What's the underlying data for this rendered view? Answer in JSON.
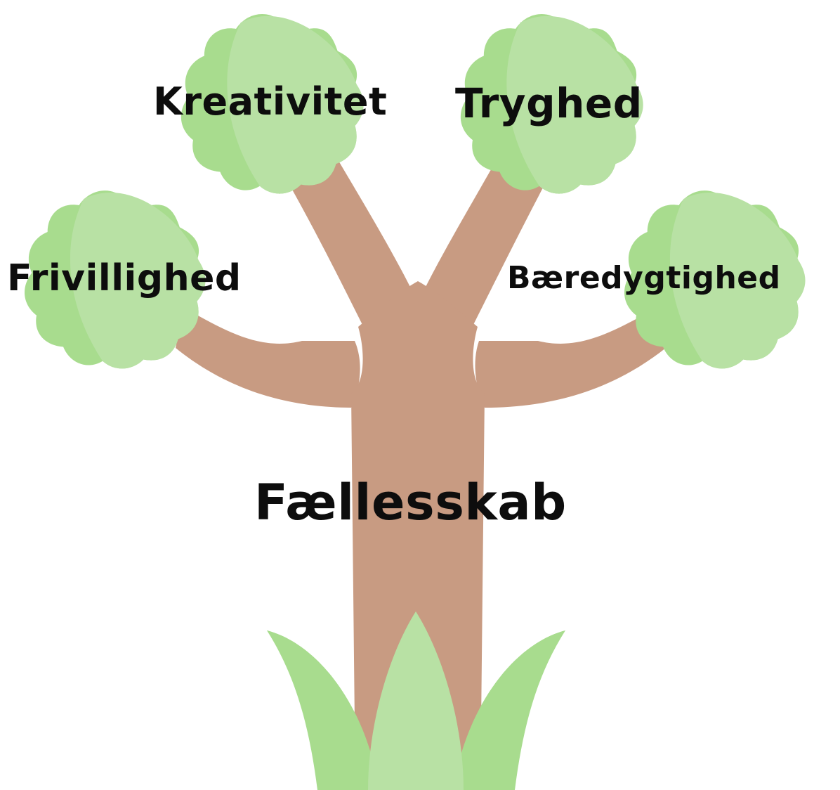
{
  "diagram": {
    "trunk_label": "Fællesskab",
    "branch_labels": {
      "top_left": "Kreativitet",
      "top_right": "Tryghed",
      "left": "Frivillighed",
      "right": "Bæredygtighed"
    }
  },
  "colors": {
    "trunk": "#c89b82",
    "leaf_dark": "#a8dc8e",
    "leaf_light": "#b8e1a4",
    "text": "#0d0d0d",
    "background": "#ffffff"
  }
}
